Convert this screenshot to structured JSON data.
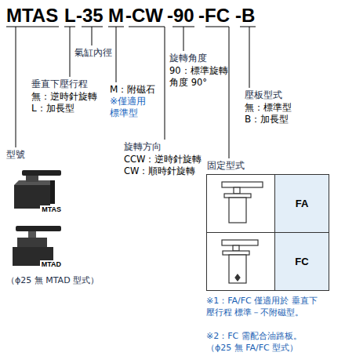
{
  "diagram": {
    "nodes": [
      {
        "text": [
          "MTAS"
        ]
      },
      {
        "text": [
          "MTAD"
        ]
      },
      {
        "text": [
          "FA"
        ]
      },
      {
        "text": [
          "FC"
        ]
      }
    ],
    "labels": [
      "MTAS",
      "L",
      "-35",
      "M",
      "-CW",
      "-90",
      "-FC",
      "-B",
      "氣缸內徑",
      "旋轉角度",
      "90：標準旋轉 角度 90°",
      "垂直下壓行程",
      "無：逆時針旋轉",
      "L：加長型",
      "M：附磁石",
      "※僅適用 標準型",
      "壓板型式",
      "無：標準型",
      "B：加長型",
      "型號",
      "（ϕ25 無 MTAD 型式）",
      "旋轉方向",
      "CCW：逆時針旋轉",
      "CW：順時針旋轉",
      "固定型式",
      "※1：FA/FC 僅適用於 垂直下壓行程 標準－不附磁型。",
      "※2：FC 需配合油路板。",
      "（ϕ25 無 FA/FC 型式）"
    ]
  }
}
